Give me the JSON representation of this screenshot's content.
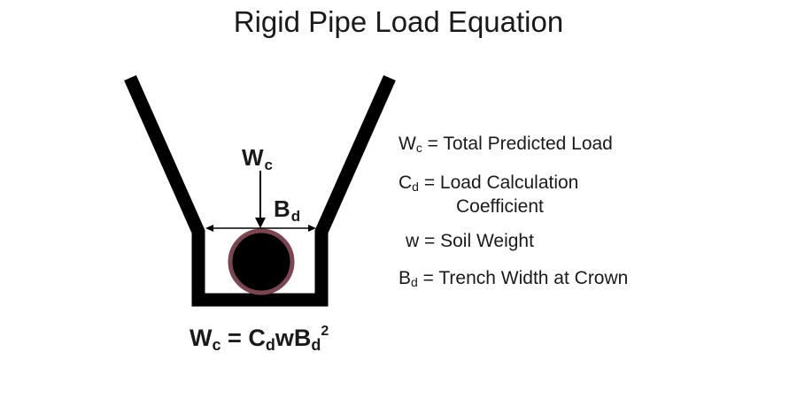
{
  "title": "Rigid Pipe Load Equation",
  "diagram": {
    "load_label": {
      "base": "W",
      "sub": "c"
    },
    "width_label": {
      "base": "B",
      "sub": "d"
    }
  },
  "legend": [
    {
      "base": "W",
      "sub": "c",
      "text": "= Total Predicted Load",
      "continuation": ""
    },
    {
      "base": "C",
      "sub": "d",
      "text": "= Load Calculation",
      "continuation": "Coefficient"
    },
    {
      "base": "w",
      "sub": "",
      "text": "= Soil Weight",
      "continuation": ""
    },
    {
      "base": "B",
      "sub": "d",
      "text": "= Trench Width at Crown",
      "continuation": ""
    }
  ],
  "formula": {
    "lhs_base": "W",
    "lhs_sub": "c",
    "equals": "=",
    "c_base": "C",
    "c_sub": "d",
    "w": "w",
    "b_base": "B",
    "b_sub": "d",
    "exponent": "2"
  },
  "colors": {
    "ink": "#1a1a1a",
    "pipe_fill": "#000000",
    "pipe_ring": "#7a4651"
  }
}
